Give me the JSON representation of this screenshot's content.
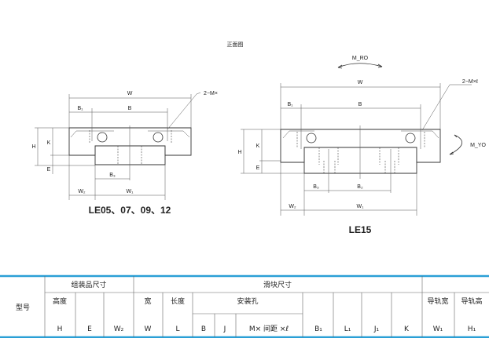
{
  "view_title": "正面图",
  "left_drawing": {
    "caption": "LE05、07、09、12",
    "labels": {
      "W": "W",
      "B1": "B₁",
      "B": "B",
      "H": "H",
      "K": "K",
      "E": "E",
      "B3": "B₃",
      "W2": "W₂",
      "W1": "W₁",
      "tap": "2−M×"
    }
  },
  "right_drawing": {
    "caption": "LE15",
    "labels": {
      "W": "W",
      "B1": "B₁",
      "B": "B",
      "H": "H",
      "K": "K",
      "E": "E",
      "B3": "B₃",
      "B2": "B₂",
      "W2": "W₂",
      "W1": "W₁",
      "tap": "2−M×ℓ",
      "MRO": "M_RO",
      "MYO": "M_YO"
    }
  },
  "table": {
    "model": "型号",
    "assembly": "组装品尺寸",
    "block": "滑块尺寸",
    "height": "高度",
    "width": "宽",
    "length": "长度",
    "mount_hole": "安装孔",
    "rail_width": "导轨宽",
    "rail_height": "导轨高",
    "symbols": [
      "H",
      "E",
      "W₂",
      "W",
      "L",
      "B",
      "J",
      "M× 间距 ×ℓ",
      "B₁",
      "L₁",
      "J₁",
      "K",
      "W₁",
      "H₁"
    ]
  }
}
